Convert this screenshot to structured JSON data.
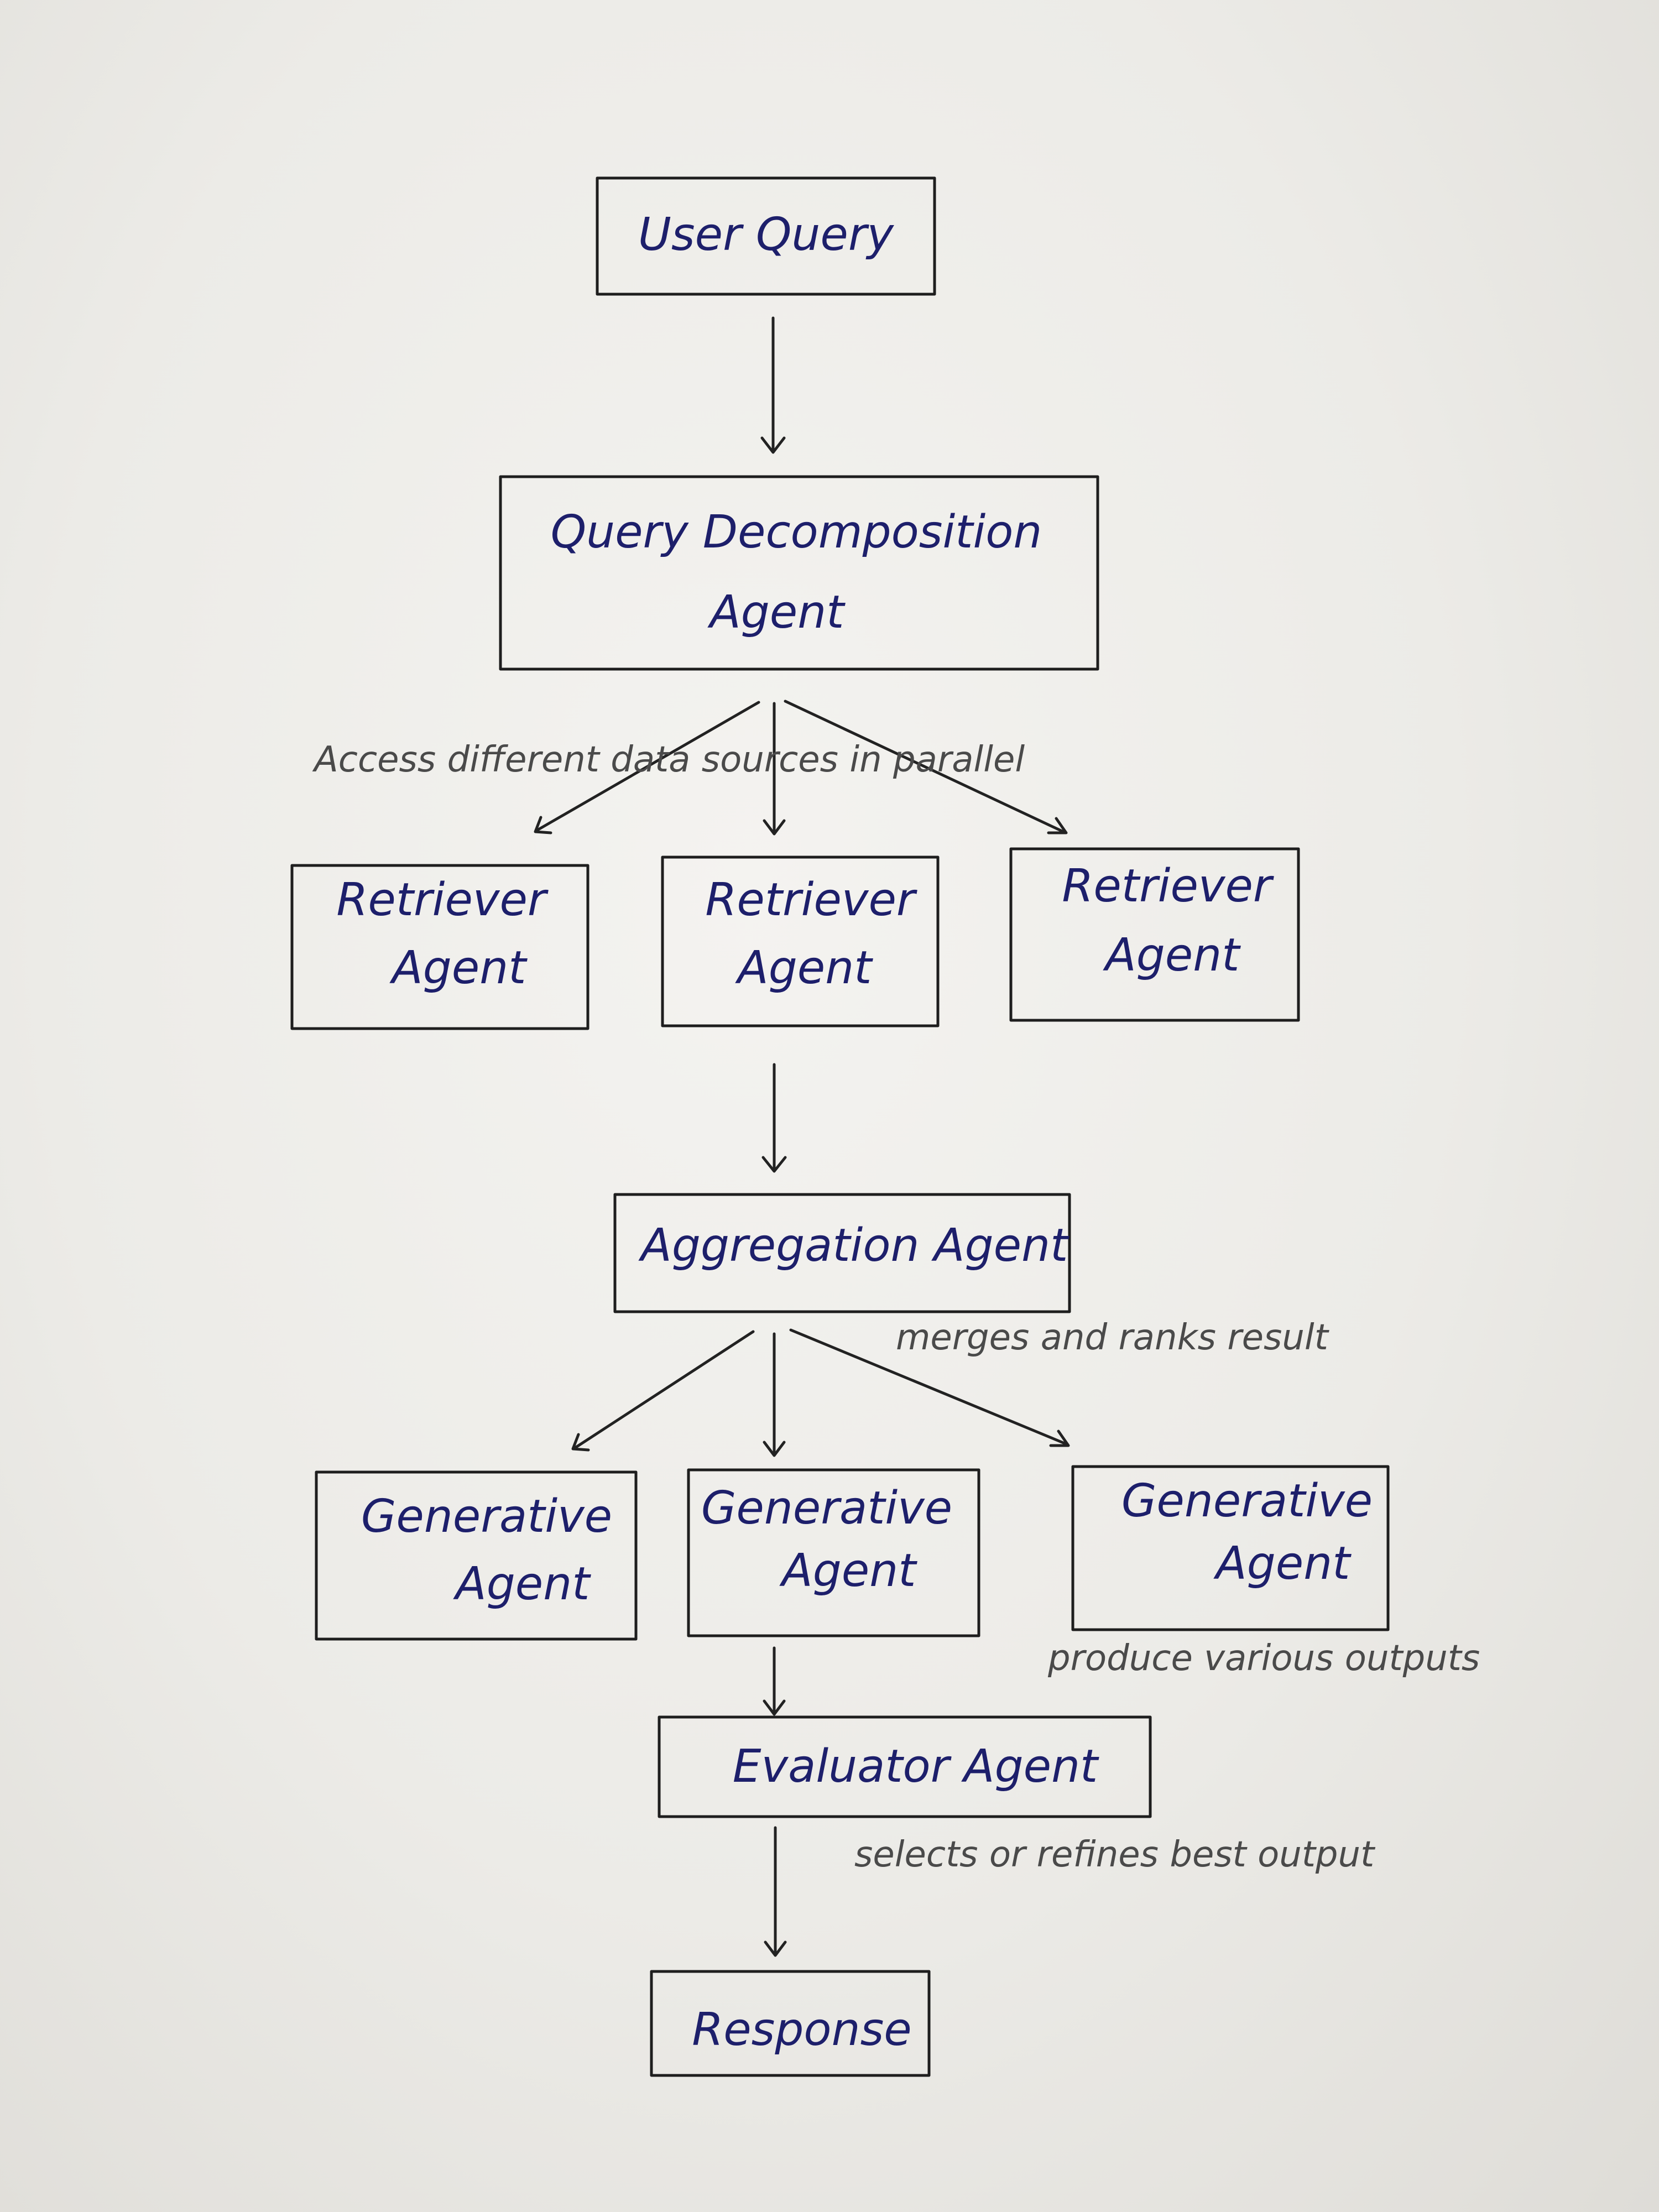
{
  "nodes": {
    "user_query": "User Query",
    "query_decomposition": [
      "Query Decomposition",
      "Agent"
    ],
    "retriever_1": [
      "Retriever",
      "Agent"
    ],
    "retriever_2": [
      "Retriever",
      "Agent"
    ],
    "retriever_3": [
      "Retriever",
      "Agent"
    ],
    "aggregation": "Aggregation Agent",
    "generative_1": [
      "Generative",
      "Agent"
    ],
    "generative_2": [
      "Generative",
      "Agent"
    ],
    "generative_3": [
      "Generative",
      "Agent"
    ],
    "evaluator": "Evaluator Agent",
    "response": "Response"
  },
  "annotations": {
    "parallel_access": "Access different data sources in parallel",
    "merge_rank": "merges and ranks result",
    "various_outputs": "produce various outputs",
    "select_refine": "selects or refines best output"
  },
  "colors": {
    "ink_label": "#1d1f6b",
    "ink_note": "#4a4a4a",
    "stroke": "#1e1e1e"
  }
}
